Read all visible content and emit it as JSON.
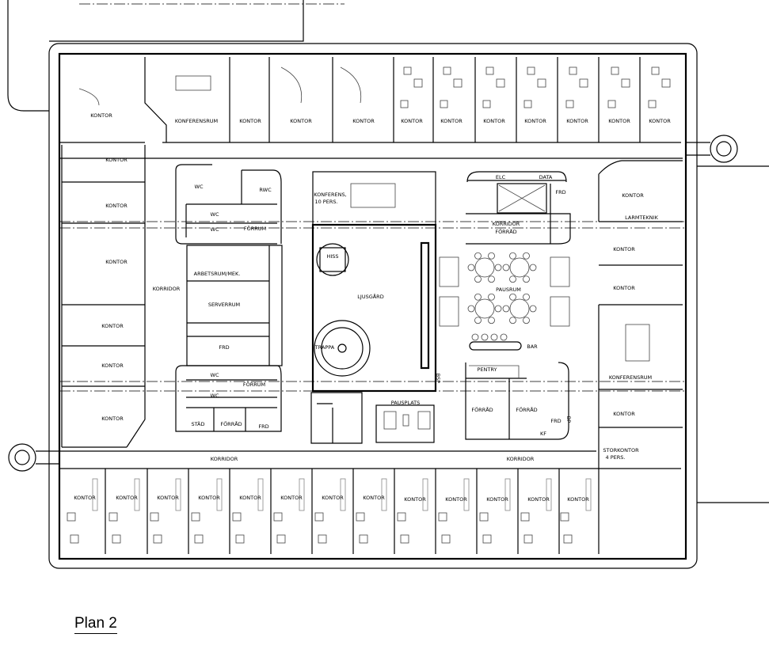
{
  "title": "Plan 2",
  "rooms": {
    "top_row": [
      "KONTOR",
      "KONFERENSRUM",
      "KONTOR",
      "KONTOR",
      "KONTOR",
      "KONTOR",
      "KONTOR",
      "KONTOR",
      "KONTOR",
      "KONTOR",
      "KONTOR",
      "KONTOR"
    ],
    "left_col": [
      "KONTOR",
      "KONTOR",
      "KONTOR",
      "KONTOR",
      "KONTOR",
      "KONTOR"
    ],
    "bottom_row": [
      "KONTOR",
      "KONTOR",
      "KONTOR",
      "KONTOR",
      "KONTOR",
      "KONTOR",
      "KONTOR",
      "KONTOR",
      "KONTOR",
      "KONTOR",
      "KONTOR",
      "KONTOR",
      "KONTOR"
    ],
    "right_col": [
      "KONTOR",
      "LARMTEKNIK",
      "KONTOR",
      "KONTOR",
      "KONFERENSRUM",
      "KONTOR"
    ],
    "storkontor": [
      "STORKONTOR",
      "4 PERS."
    ],
    "corridor": "KORRIDOR",
    "core_left": {
      "wc": "WC",
      "rwc": "RWC",
      "forrum": "FÖRRUM",
      "arbetsrum": "ARBETSRUM/MEK.",
      "serverrum": "SERVERRUM",
      "frd": "FRD",
      "stad": "STÄD",
      "forrad": "FÖRRÅD"
    },
    "center": {
      "konferens": [
        "KONFERENS,",
        "10 PERS."
      ],
      "hiss": "HISS",
      "ljusgard": "LJUSGÅRD",
      "trappa": "TRAPPA",
      "pausplats": "PAUSPLATS",
      "bsp": "BSP"
    },
    "core_right": {
      "elc": "ELC",
      "data": "DATA",
      "frd": "FRD",
      "korridor_forrad": [
        "KORRIDOR",
        "FÖRRÅD"
      ],
      "pausrum": "PAUSRUM",
      "bar": "BAR",
      "pentry": "PENTRY",
      "forrad": "FÖRRÅD",
      "kf": "KF",
      "bp": "BP"
    }
  }
}
